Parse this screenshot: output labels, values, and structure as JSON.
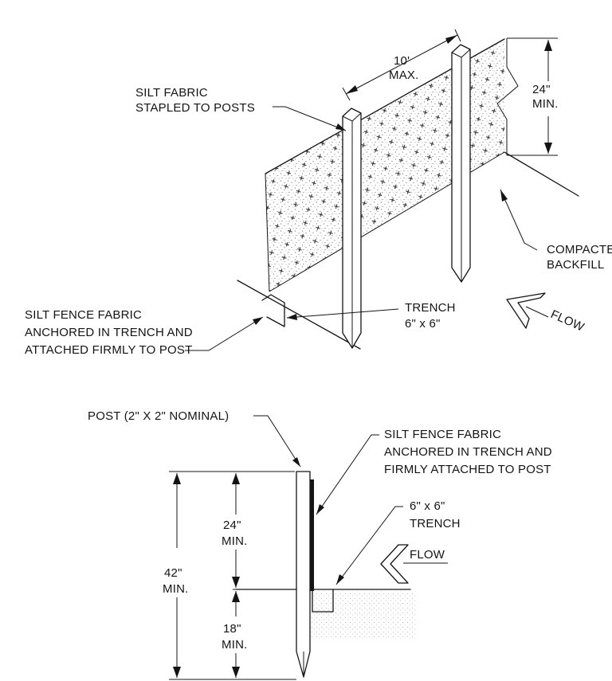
{
  "isometric_view": {
    "spacing_value": "10'",
    "spacing_qualifier": "MAX.",
    "height_value": "24\"",
    "height_qualifier": "MIN.",
    "silt_fabric_line1": "SILT FABRIC",
    "silt_fabric_line2": "STAPLED TO POSTS",
    "compacted_line1": "COMPACTE",
    "compacted_line2": "BACKFILL",
    "anchored_line1": "SILT FENCE FABRIC",
    "anchored_line2": "ANCHORED IN TRENCH AND",
    "anchored_line3": "ATTACHED FIRMLY TO POST",
    "trench_line1": "TRENCH",
    "trench_line2": "6\" x 6\"",
    "flow_label": "FLOW"
  },
  "section_view": {
    "post_label": "POST (2\" X 2\" NOMINAL)",
    "fabric_line1": "SILT FENCE FABRIC",
    "fabric_line2": "ANCHORED IN TRENCH AND",
    "fabric_line3": "FIRMLY ATTACHED TO POST",
    "trench_line1": "6\" x 6\"",
    "trench_line2": "TRENCH",
    "flow_label": "FLOW",
    "above_value": "24\"",
    "above_qualifier": "MIN.",
    "total_value": "42\"",
    "total_qualifier": "MIN.",
    "below_value": "18\"",
    "below_qualifier": "MIN."
  }
}
